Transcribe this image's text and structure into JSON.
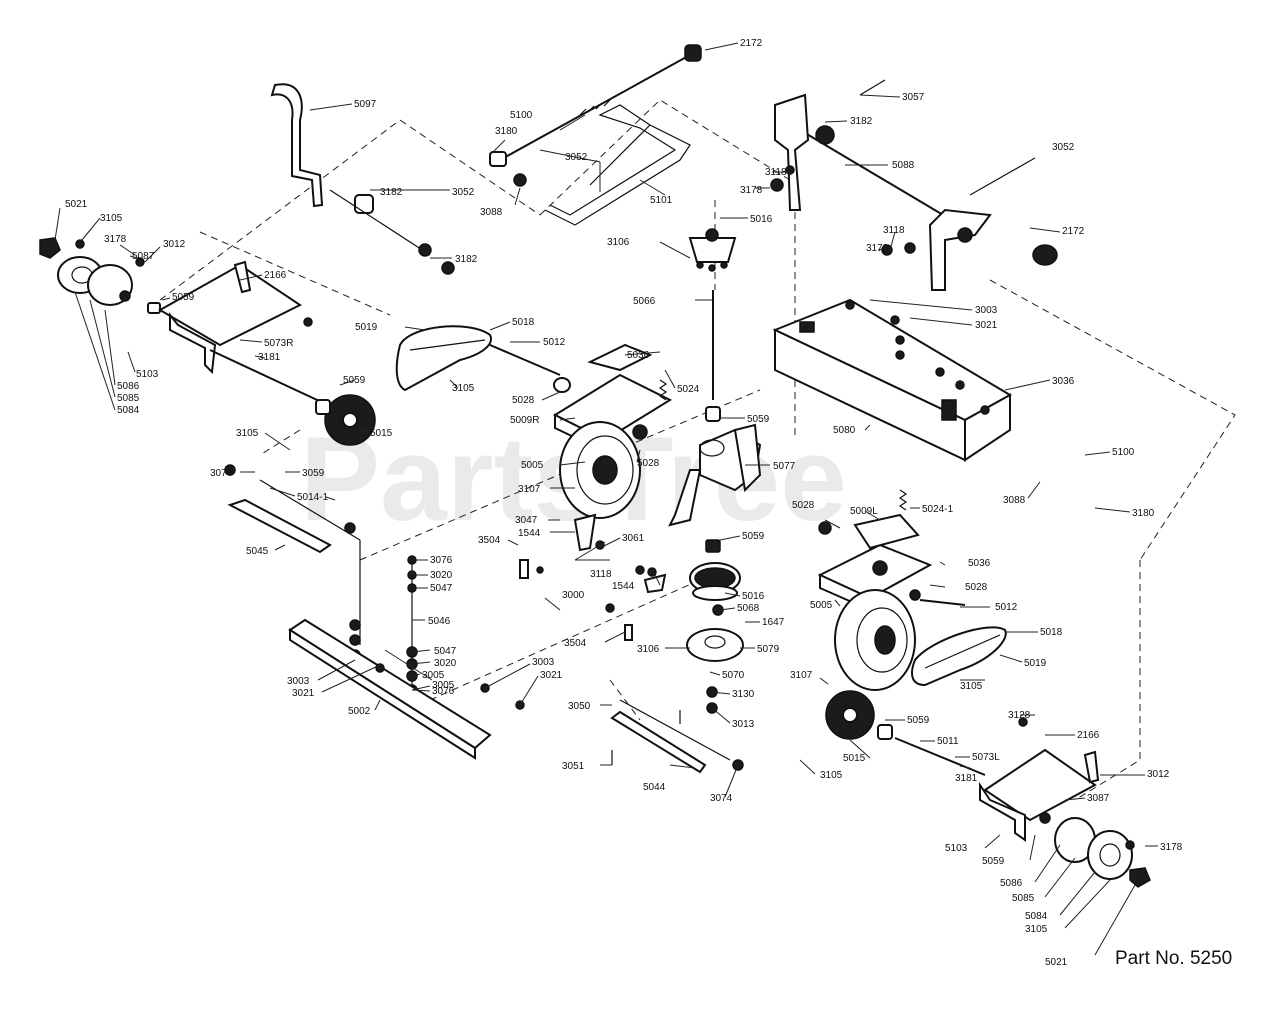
{
  "watermark": "PartsTree",
  "part_number": "Part No. 5250",
  "callouts": {
    "c2172a": "2172",
    "c3057": "3057",
    "c5097": "5097",
    "c5100a": "5100",
    "c3180a": "3180",
    "c3182a": "3182",
    "c3052a": "3052",
    "c5088": "5088",
    "c3118a": "3118",
    "c3178a": "3178",
    "c3052b": "3052",
    "c3182b": "3182",
    "c3088a": "3088",
    "c5101": "5101",
    "c5016a": "5016",
    "c3106a": "3106",
    "c3052c": "3052",
    "c3182c": "3182",
    "c5021a": "5021",
    "c3105a": "3105",
    "c3178b": "3178",
    "c3012a": "3012",
    "c5087a": "5087",
    "c2166a": "2166",
    "c5059a": "5059",
    "c3118b": "3118",
    "c3178c": "3178",
    "c2172b": "2172",
    "c5066": "5066",
    "c3003a": "3003",
    "c3021a": "3021",
    "c5019a": "5019",
    "c5018a": "5018",
    "c5012a": "5012",
    "c5073r": "5073R",
    "c3181a": "3181",
    "c5103a": "5103",
    "c5086a": "5086",
    "c5085a": "5085",
    "c5084a": "5084",
    "c3105b": "3105",
    "c5059b": "5059",
    "c5036a": "5036",
    "c5024a": "5024",
    "c5028a": "5028",
    "c5009r": "5009R",
    "c5059c": "5059",
    "c3036": "3036",
    "c5080": "5080",
    "c5015a": "5015",
    "c3105c": "3105",
    "c5005a": "5005",
    "c5028b": "5028",
    "c5077": "5077",
    "c5100b": "5100",
    "c3074a": "3074",
    "c3059": "3059",
    "c3107a": "3107",
    "c5014": "5014-1",
    "c3088b": "3088",
    "c3180b": "3180",
    "c5028c": "5028",
    "c5009l": "5009L",
    "c5024b": "5024-1",
    "c3047": "3047",
    "c1544a": "1544",
    "c5045": "5045",
    "c3504a": "3504",
    "c5059d": "5059",
    "c3076a": "3076",
    "c3020a": "3020",
    "c5047a": "5047",
    "c3061": "3061",
    "c3118c": "3118",
    "c1544b": "1544",
    "c5036b": "5036",
    "c5028d": "5028",
    "c3000": "3000",
    "c5016b": "5016",
    "c5068": "5068",
    "c5005b": "5005",
    "c5012b": "5012",
    "c5046": "5046",
    "c3504b": "3504",
    "c1647": "1647",
    "c3106b": "3106",
    "c5079": "5079",
    "c5018b": "5018",
    "c5019b": "5019",
    "c5047b": "5047",
    "c3020b": "3020",
    "c3005a": "3005",
    "c3003b": "3003",
    "c3021b": "3021",
    "c3003c": "3003",
    "c3021c": "3021",
    "c5002": "5002",
    "c3005b": "3005",
    "c3076b": "3076",
    "c3107b": "3107",
    "c5070": "5070",
    "c3105d": "3105",
    "c3130": "3130",
    "c3050": "3050",
    "c3013": "3013",
    "c3128": "3128",
    "c2166b": "2166",
    "c5059e": "5059",
    "c5011": "5011",
    "c5073l": "5073L",
    "c3181b": "3181",
    "c3012b": "3012",
    "c3051": "3051",
    "c5044": "5044",
    "c3074b": "3074",
    "c5015b": "5015",
    "c3105e": "3105",
    "c3087": "3087",
    "c5103b": "5103",
    "c5059f": "5059",
    "c3178d": "3178",
    "c5086b": "5086",
    "c5085b": "5085",
    "c5084b": "5084",
    "c3105f": "3105",
    "c5021b": "5021"
  }
}
